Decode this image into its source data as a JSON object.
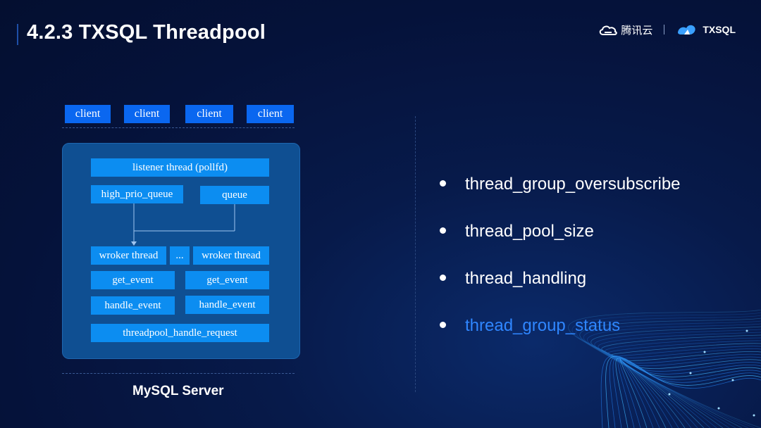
{
  "slide": {
    "title": "4.2.3 TXSQL Threadpool"
  },
  "logos": {
    "tencent": "腾讯云",
    "product": "TXSQL"
  },
  "diagram": {
    "clients": [
      "client",
      "client",
      "client",
      "client"
    ],
    "listener": "listener thread (pollfd)",
    "high_prio_queue": "high_prio_queue",
    "queue": "queue",
    "worker_left": "wroker thread",
    "ellipsis": "...",
    "worker_right": "wroker thread",
    "get_event_left": "get_event",
    "get_event_right": "get_event",
    "handle_event_left": "handle_event",
    "handle_event_right": "handle_event",
    "handle_request": "threadpool_handle_request",
    "server_label": "MySQL Server"
  },
  "bullets": [
    {
      "text": "thread_group_oversubscribe",
      "active": false
    },
    {
      "text": "thread_pool_size",
      "active": false
    },
    {
      "text": "thread_handling",
      "active": false
    },
    {
      "text": "thread_group_status",
      "active": true
    }
  ],
  "colors": {
    "background": "#05123a",
    "client_block": "#0a67f0",
    "inner_block": "#0c8df1",
    "panel": "#0f4f92",
    "active_text": "#2f86ff"
  }
}
